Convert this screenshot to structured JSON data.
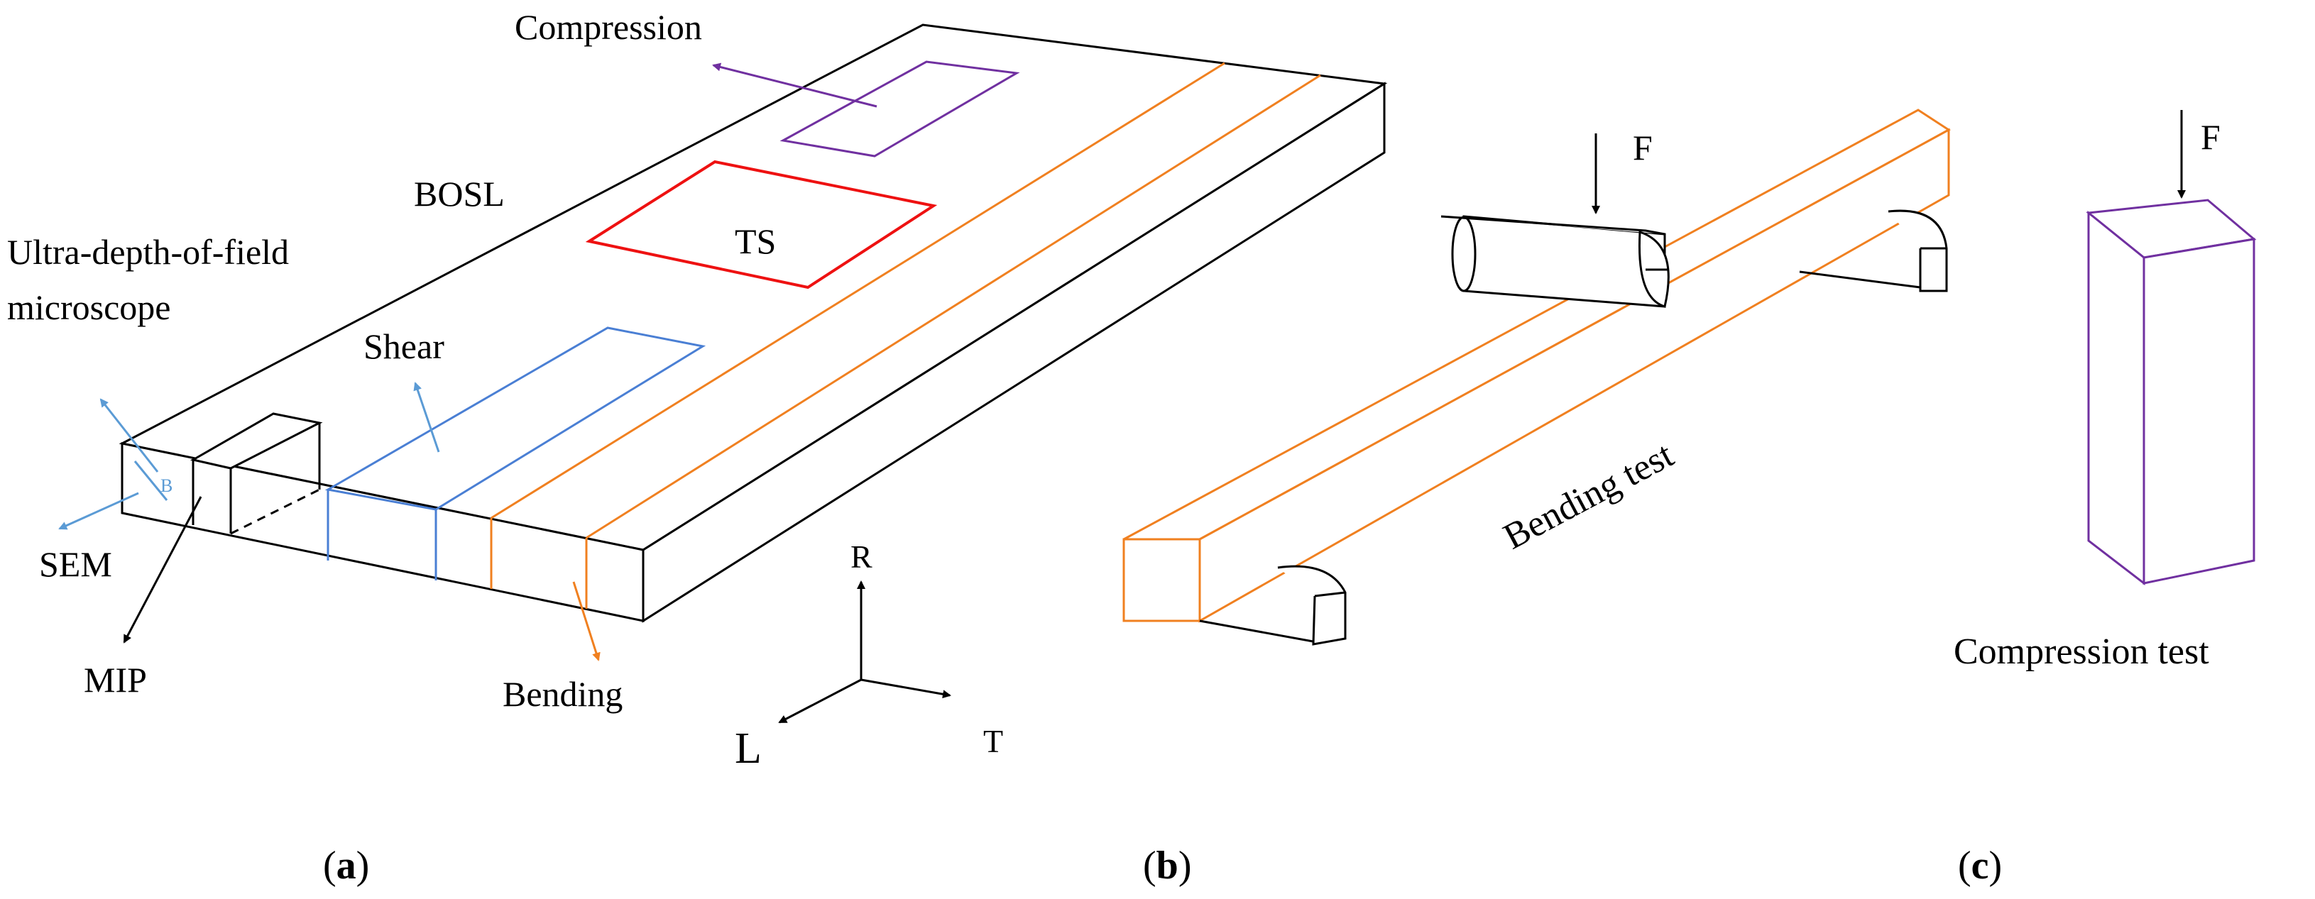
{
  "colors": {
    "black": "#000000",
    "purple": "#7030a0",
    "red": "#ee1111",
    "blue": "#4a7fd4",
    "orange": "#f08020",
    "sem_blue": "#5b9bd5"
  },
  "panel_a": {
    "compression": "Compression",
    "bosl": "BOSL",
    "ts": "TS",
    "ultra_line1": "Ultra-depth-of-field",
    "ultra_line2": "microscope",
    "shear": "Shear",
    "sem": "SEM",
    "mip": "MIP",
    "bending": "Bending",
    "axis_r": "R",
    "axis_l": "L",
    "axis_t": "T",
    "small_mark": "B",
    "caption": "(a)"
  },
  "panel_b": {
    "force": "F",
    "title": "Bending test",
    "caption": "(b)"
  },
  "panel_c": {
    "force": "F",
    "title": "Compression test",
    "caption": "(c)"
  }
}
